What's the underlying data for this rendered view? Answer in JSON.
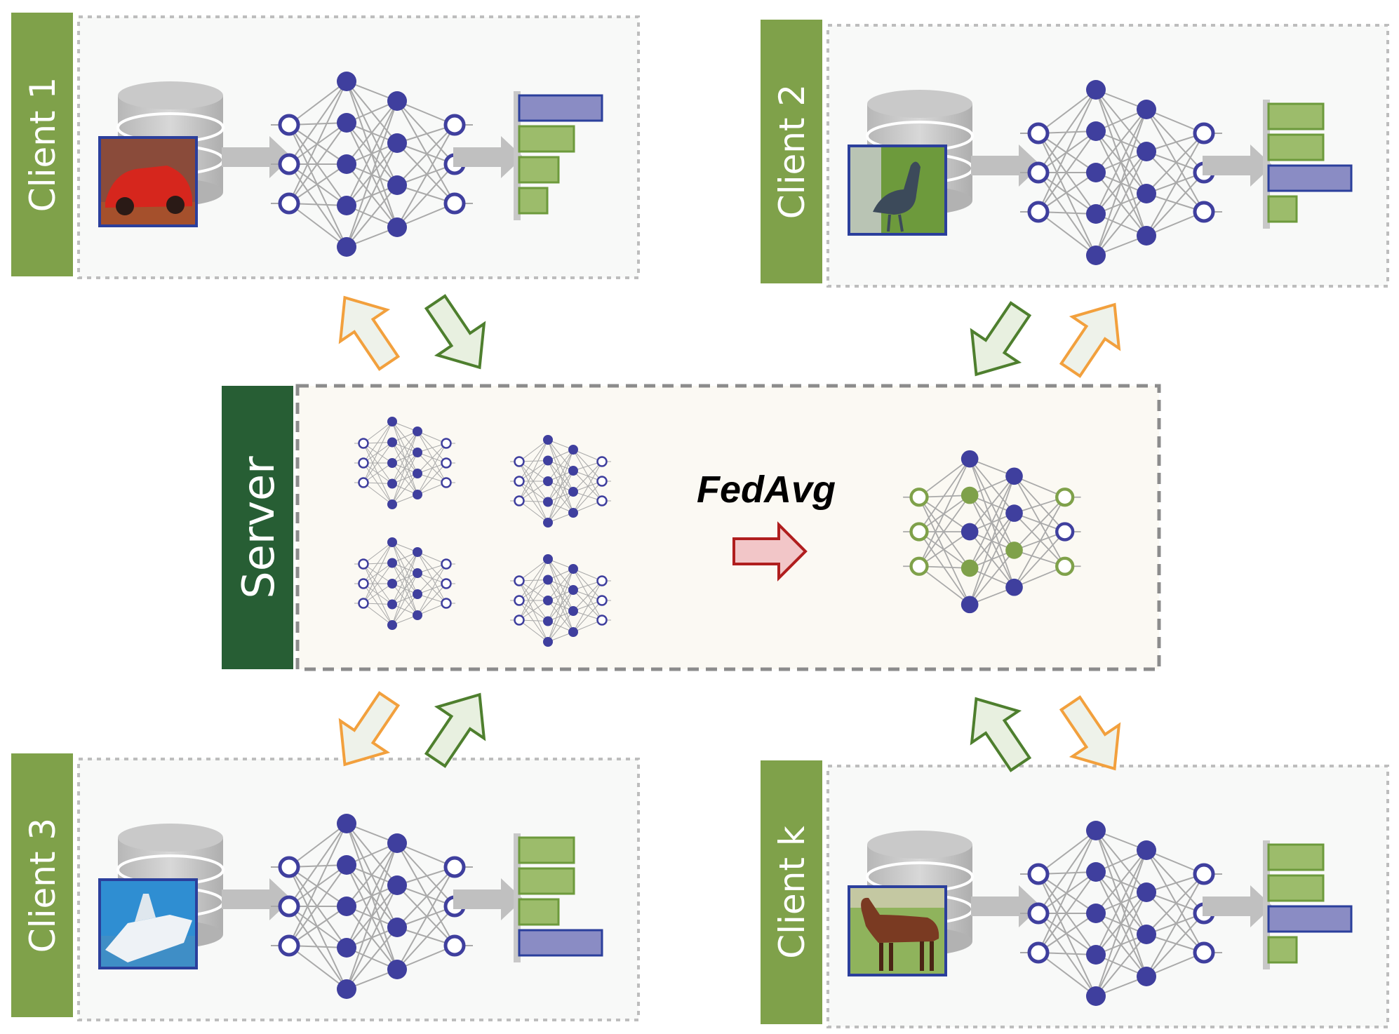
{
  "server": {
    "label": "Server"
  },
  "aggregation": {
    "label": "FedAvg"
  },
  "clients": [
    {
      "label": "Client 1",
      "image": "car-photo",
      "highlighted_bar": 1
    },
    {
      "label": "Client 2",
      "image": "bird-photo",
      "highlighted_bar": 3
    },
    {
      "label": "Client 3",
      "image": "boat-photo",
      "highlighted_bar": 4
    },
    {
      "label": "Client k",
      "image": "horse-photo",
      "highlighted_bar": 3
    }
  ],
  "colors": {
    "client_label_bg": "#7fa14a",
    "server_label_bg": "#275e34",
    "neuron_blue": "#3f3f9e",
    "neuron_green": "#7fa14a",
    "bar_green": "#9cbc6b",
    "bar_blue": "#8a8cc4",
    "upload_arrow": "#f2a03d",
    "download_arrow": "#4e7f2e",
    "fedavg_arrow": "#b01e1e",
    "server_box_bg": "#fbf9f3"
  },
  "icons": [
    "database-icon",
    "neural-network-icon",
    "output-bars-icon",
    "upload-arrow-icon",
    "download-arrow-icon",
    "fedavg-arrow-icon"
  ]
}
